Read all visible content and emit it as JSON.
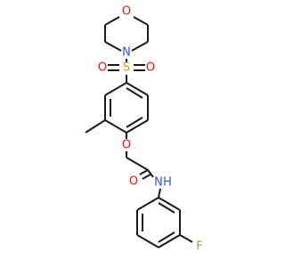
{
  "atoms": {
    "morpholine_o": {
      "text": "O",
      "color": "#ff0d0d"
    },
    "morpholine_n": {
      "text": "N",
      "color": "#3050f8"
    },
    "sulfur": {
      "text": "S",
      "color": "#c8a000"
    },
    "sulfonyl_o_left": {
      "text": "O",
      "color": "#ff0d0d"
    },
    "sulfonyl_o_right": {
      "text": "O",
      "color": "#ff0d0d"
    },
    "ether_o": {
      "text": "O",
      "color": "#ff0d0d"
    },
    "carbonyl_o": {
      "text": "O",
      "color": "#ff0d0d"
    },
    "amide_n": {
      "text": "N",
      "color": "#3050f8"
    },
    "amide_h": {
      "text": "H",
      "color": "#3050f8"
    },
    "fluorine": {
      "text": "F",
      "color": "#7fb040"
    }
  },
  "colors": {
    "bond": "#1a1a1a",
    "background": "#ffffff"
  }
}
